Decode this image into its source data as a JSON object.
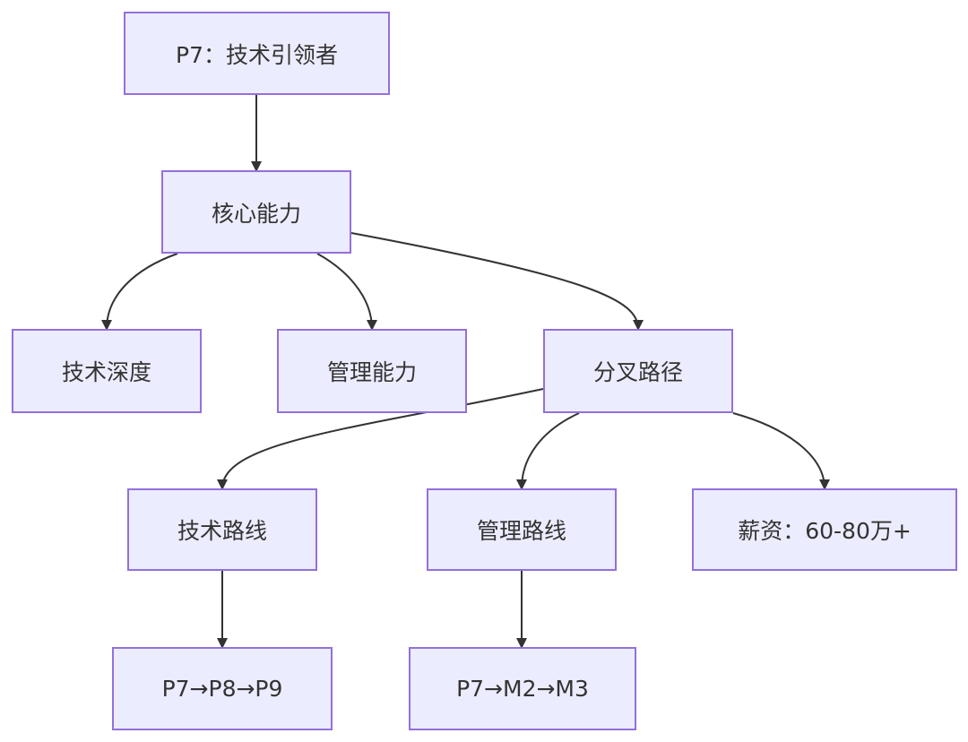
{
  "diagram": {
    "type": "flowchart",
    "direction": "top-down",
    "colors": {
      "node_fill": "#ECECFF",
      "node_border": "#9370DB",
      "edge": "#333333",
      "text": "#333333"
    },
    "nodes": {
      "p7": "P7：技术引领者",
      "core": "核心能力",
      "tech_depth": "技术深度",
      "mgmt_ability": "管理能力",
      "branch": "分叉路径",
      "tech_route": "技术路线",
      "mgmt_route": "管理路线",
      "salary": "薪资：60-80万+",
      "tech_levels": "P7→P8→P9",
      "mgmt_levels": "P7→M2→M3"
    },
    "edges": [
      {
        "from": "p7",
        "to": "core"
      },
      {
        "from": "core",
        "to": "tech_depth"
      },
      {
        "from": "core",
        "to": "mgmt_ability"
      },
      {
        "from": "core",
        "to": "branch"
      },
      {
        "from": "branch",
        "to": "tech_route"
      },
      {
        "from": "branch",
        "to": "mgmt_route"
      },
      {
        "from": "branch",
        "to": "salary"
      },
      {
        "from": "tech_route",
        "to": "tech_levels"
      },
      {
        "from": "mgmt_route",
        "to": "mgmt_levels"
      }
    ]
  }
}
